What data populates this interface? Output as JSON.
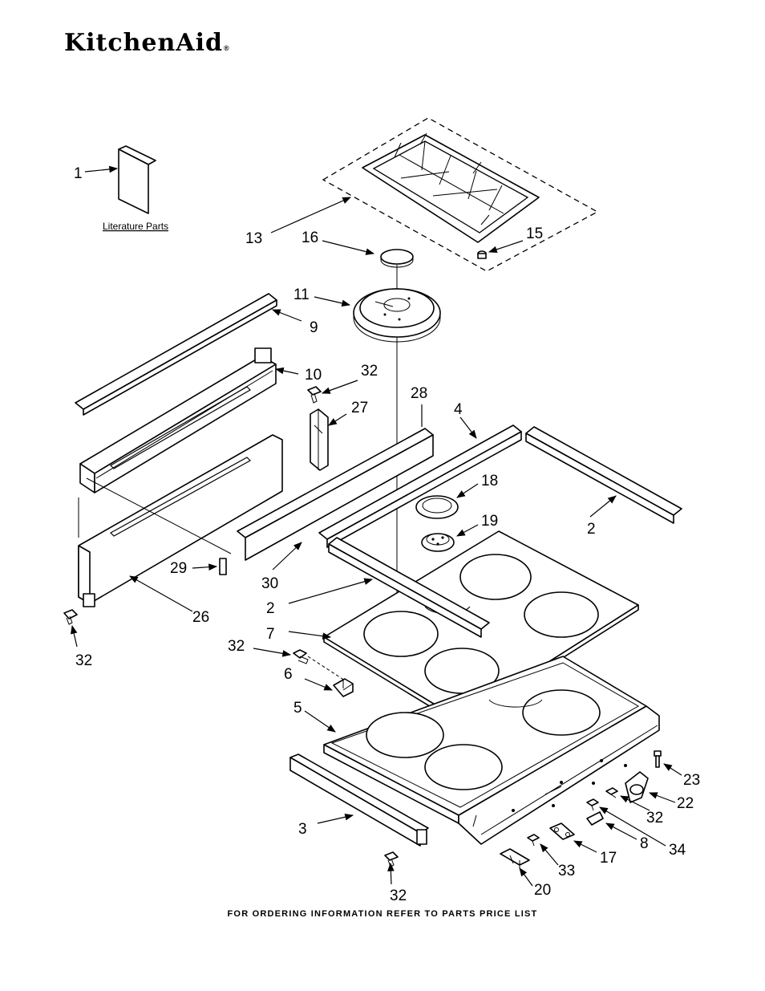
{
  "brand": {
    "name": "KitchenAid",
    "trademark": "®"
  },
  "literature_label": "Literature Parts",
  "footer_note": "FOR ORDERING INFORMATION REFER TO PARTS PRICE LIST",
  "callouts": {
    "c1": "1",
    "c13": "13",
    "c16": "16",
    "c15": "15",
    "c11": "11",
    "c9": "9",
    "c10": "10",
    "c32a": "32",
    "c27": "27",
    "c28": "28",
    "c4": "4",
    "c18": "18",
    "c19": "19",
    "c2a": "2",
    "c29": "29",
    "c30": "30",
    "c2b": "2",
    "c26": "26",
    "c7": "7",
    "c32b": "32",
    "c32c": "32",
    "c6": "6",
    "c5": "5",
    "c3": "3",
    "c23": "23",
    "c22": "22",
    "c32d": "32",
    "c8": "8",
    "c34": "34",
    "c17": "17",
    "c33": "33",
    "c20": "20",
    "c32e": "32"
  }
}
